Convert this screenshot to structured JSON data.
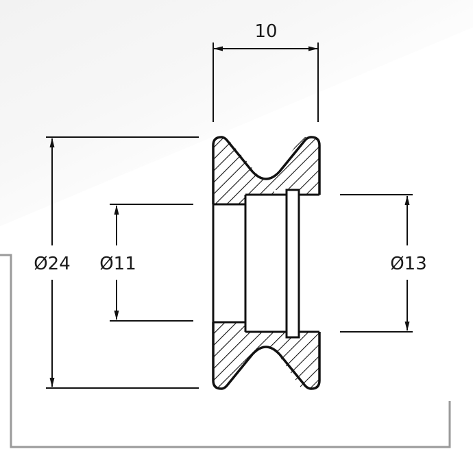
{
  "drawing": {
    "dimensions": {
      "width_label": "10",
      "outer_diameter_label": "Ø24",
      "bore_diameter_label": "Ø11",
      "counterbore_diameter_label": "Ø13"
    }
  }
}
